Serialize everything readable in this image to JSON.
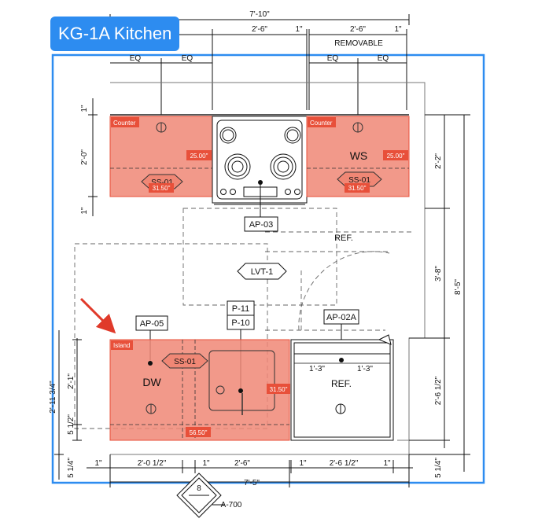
{
  "title": "KG-1A Kitchen",
  "colors": {
    "accent": "#2d8cf0",
    "highlight": "#f08775",
    "tag": "#e8503a",
    "arrow": "#e03a2a"
  },
  "dimensions": {
    "top_overall": "7'-10\"",
    "top_left_segment": "2'-6\"",
    "top_gap": "1\"",
    "top_right_segment": "2'-6\"",
    "top_right_gap": "1\"",
    "removable": "REMOVABLE",
    "eq": "EQ",
    "left_top_1in": "1\"",
    "left_2_0": "2'-0\"",
    "left_bottom_1in": "1\"",
    "left_2_11_34": "2'-11 3/4\"",
    "left_2_1": "2'-1\"",
    "left_5_12": "5 1/2\"",
    "left_5_14": "5 1/4\"",
    "right_2_2": "2'-2\"",
    "right_3_8": "3'-8\"",
    "right_8_5": "8'-5\"",
    "right_2_6_12": "2'-6 1/2\"",
    "right_5_14": "5 1/4\"",
    "bottom_1a": "1\"",
    "bottom_2_0_12": "2'-0 1/2\"",
    "bottom_1b": "1\"",
    "bottom_2_6": "2'-6\"",
    "bottom_1c": "1\"",
    "bottom_2_6_12": "2'-6 1/2\"",
    "bottom_1d": "1\"",
    "bottom_overall": "7'-5\"",
    "fridge_1_3a": "1'-3\"",
    "fridge_1_3b": "1'-3\""
  },
  "areas": {
    "counter_left": {
      "tag": "Counter",
      "depth": "25.00\"",
      "height": "31.50\"",
      "material": "SS-01"
    },
    "counter_right": {
      "tag": "Counter",
      "depth": "25.00\"",
      "height": "31.50\"",
      "material": "SS-01",
      "label": "WS"
    },
    "island": {
      "tag": "Island",
      "height": "31.50\"",
      "length": "56.50\"",
      "material": "SS-01",
      "label": "DW"
    }
  },
  "tags": {
    "ap03": "AP-03",
    "lvt": "LVT-1",
    "ref_top": "REF.",
    "ap05": "AP-05",
    "p11": "P-11",
    "p10": "P-10",
    "ap02a": "AP-02A",
    "ref_bottom": "REF."
  },
  "section_marker": {
    "number": "8",
    "sheet": "A-700"
  }
}
